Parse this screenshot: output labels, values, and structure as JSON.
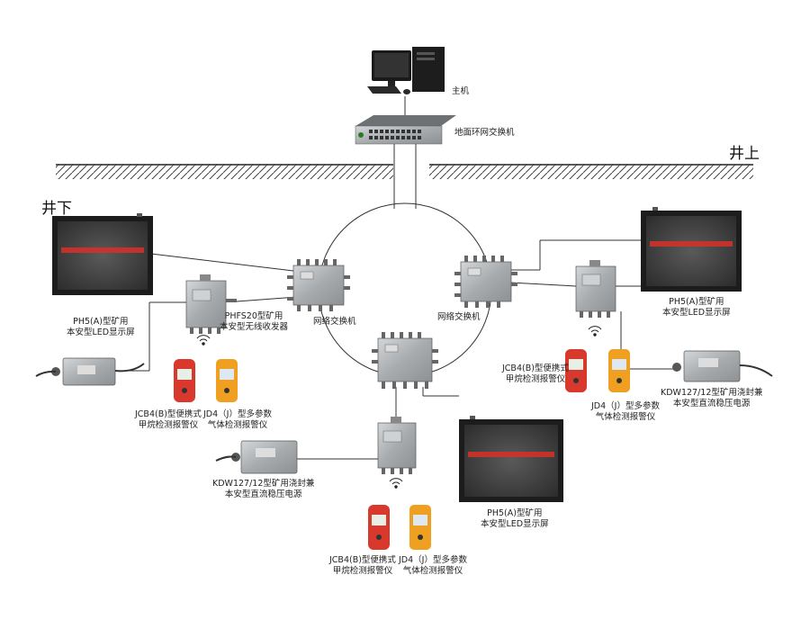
{
  "labels": {
    "host": "主机",
    "ground_switch": "地面环网交换机",
    "surface": "井上",
    "underground": "井下",
    "switch_left": "网络交换机",
    "switch_right": "网络交换机",
    "led_left": [
      "PH5(A)型矿用",
      "本安型LED显示屏"
    ],
    "led_right": [
      "PH5(A)型矿用",
      "本安型LED显示屏"
    ],
    "led_bottom": [
      "PH5(A)型矿用",
      "本安型LED显示屏"
    ],
    "transceiver": [
      "PHFS20型矿用",
      "本安型无线收发器"
    ],
    "jcb4_left": [
      "JCB4(B)型便携式",
      "甲烷检测报警仪"
    ],
    "jd4_left": [
      "JD4（J）型多参数",
      "气体检测报警仪"
    ],
    "jcb4_right": [
      "JCB4(B)型便携式",
      "甲烷检测报警仪"
    ],
    "jd4_right": [
      "JD4（J）型多参数",
      "气体检测报警仪"
    ],
    "jcb4_bottom": [
      "JCB4(B)型便携式",
      "甲烷检测报警仪"
    ],
    "jd4_bottom": [
      "JD4（J）型多参数",
      "气体检测报警仪"
    ],
    "psu_middle": [
      "KDW127/12型矿用浇封兼",
      "本安型直流稳压电源"
    ],
    "psu_right": [
      "KDW127/12型矿用浇封兼",
      "本安型直流稳压电源"
    ]
  },
  "colors": {
    "line": "#333333",
    "steel": "#a9adb0",
    "led_frame": "#1c1c1c",
    "led_text": "#d8302a",
    "detector_red": "#d9382c",
    "detector_orange": "#f0a020"
  },
  "icons": [
    "computer-icon",
    "switch-icon",
    "junction-box-icon",
    "led-display-icon",
    "wireless-icon",
    "gas-detector-icon",
    "power-supply-icon"
  ]
}
